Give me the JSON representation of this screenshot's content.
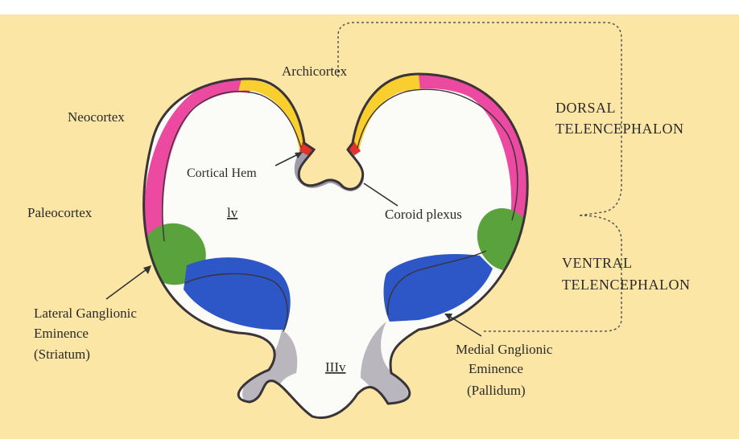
{
  "colors": {
    "background": "#fbe6a6",
    "ventricle_fill": "#fbfbf8",
    "outline": "#3a3338",
    "neocortex": "#ec4aa0",
    "archicortex": "#f8cf2e",
    "cortical_hem": "#e2332a",
    "choroid_plexus": "#9e9aa8",
    "ganglionic_green": "#5aa23c",
    "ganglionic_blue": "#2d57c6",
    "diencephalon_grey": "#b9b6bd",
    "bracket": "#555555"
  },
  "labels": {
    "archicortex": "Archicortex",
    "neocortex": "Neocortex",
    "paleocortex": "Paleocortex",
    "cortical_hem": "Cortical Hem",
    "lateral_ventricle": "lv",
    "coroid_plexus": "Coroid plexus",
    "third_ventricle": "IIIv",
    "lge_line1": "Lateral Ganglionic",
    "lge_line2": "Eminence",
    "lge_line3": "(Striatum)",
    "mge_line1": "Medial Gnglionic",
    "mge_line2": "Eminence",
    "mge_line3": "(Pallidum)",
    "dorsal_line1": "DORSAL",
    "dorsal_line2": "TELENCEPHALON",
    "ventral_line1": "VENTRAL",
    "ventral_line2": "TELENCEPHALON"
  }
}
